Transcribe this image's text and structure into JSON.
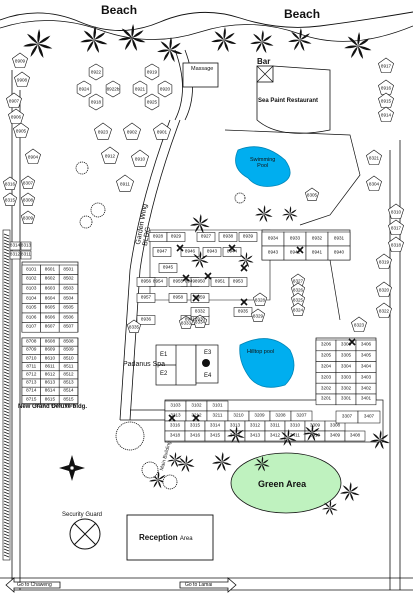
{
  "labels": {
    "beach_left": "Beach",
    "beach_right": "Beach",
    "massage": "Massage",
    "bar": "Bar",
    "restaurant": "Sea Paint Restaurant",
    "swimming_pool": "Swimming\nPool",
    "garden_wing": "Garden Wing\nBLDG",
    "padanus_spa": "Padanus Spa",
    "hilltop_pool": "Hilltop pool",
    "new_grand_deluxe": "New Grand Deluxe bldg.",
    "main_building": "Main Building",
    "green_area": "Green Area",
    "security_guard": "Security Guard",
    "reception_main": "Reception",
    "reception_area": "Area",
    "go_to_chaweng": "Go to Chaweng",
    "go_to_lamai": "Go to Lamai",
    "spa_rooms": [
      "E1",
      "E2",
      "E3",
      "E4"
    ]
  },
  "colors": {
    "pool": "#00aeef",
    "green_area": "#bff2bf",
    "ink": "#111111",
    "tree": "#111111"
  },
  "rooms": {
    "beach_left_col": [
      "8909",
      "9908",
      "8907",
      "8906",
      "8905",
      "8904"
    ],
    "beach_center": [
      "8922",
      "8919",
      "8924",
      "8922b",
      "8921",
      "8920",
      "8918",
      "8925",
      "8923",
      "8902",
      "8901",
      "8912",
      "8910",
      "8911"
    ],
    "beach_right_col": [
      "8917",
      "8916",
      "8915",
      "8914"
    ],
    "right_side": [
      "8321",
      "8304",
      "8310",
      "8317",
      "8318",
      "8319",
      "8320",
      "8323",
      "8322"
    ],
    "left_small": [
      "8314",
      "8313",
      "8312",
      "8311"
    ],
    "left_tall": [
      "8316",
      "8315",
      "8307",
      "8308",
      "8309"
    ],
    "far_left_small": [
      "8510",
      "8515",
      "8516"
    ],
    "left_block": [
      [
        "8101",
        "8601",
        "8501"
      ],
      [
        "8102",
        "8602",
        "8502"
      ],
      [
        "8103",
        "8603",
        "8503"
      ],
      [
        "8104",
        "8604",
        "8504"
      ],
      [
        "8105",
        "8605",
        "8505"
      ],
      [
        "8106",
        "8606",
        "8506"
      ],
      [
        "8107",
        "8607",
        "8507"
      ]
    ],
    "grand_deluxe": [
      [
        "8708",
        "8608",
        "8508"
      ],
      [
        "8709",
        "8609",
        "8509"
      ],
      [
        "8710",
        "8610",
        "8510"
      ],
      [
        "8711",
        "8611",
        "8511"
      ],
      [
        "8712",
        "8612",
        "8512"
      ],
      [
        "8713",
        "8613",
        "8513"
      ],
      [
        "8714",
        "8614",
        "8514"
      ],
      [
        "8715",
        "8615",
        "8515"
      ]
    ],
    "garden_wing": [
      "8928",
      "8929",
      "8927",
      "8938",
      "8939",
      "8943",
      "8944",
      "8945",
      "8946",
      "8947",
      "8949",
      "8950",
      "8951",
      "8953",
      "8954",
      "8955",
      "8956",
      "8957",
      "8958",
      "8959",
      "8931",
      "8930",
      "8332",
      "8935",
      "8936"
    ],
    "east_block": [
      [
        "8934",
        "8933",
        "8932",
        "8931"
      ],
      [
        "8943",
        "8942",
        "8941",
        "8940"
      ]
    ],
    "east_lower": [
      "8305",
      "8327",
      "8326",
      "8325",
      "8324",
      "8328",
      "8329",
      "8333",
      "8334",
      "8335"
    ],
    "hilltop_block": [
      [
        "3206",
        "3306",
        "3406"
      ],
      [
        "3205",
        "3305",
        "3405"
      ],
      [
        "3204",
        "3304",
        "3404"
      ],
      [
        "3203",
        "3303",
        "3403"
      ],
      [
        "3202",
        "3302",
        "3402"
      ],
      [
        "3201",
        "3301",
        "3401"
      ]
    ],
    "main_row1": [
      "3103",
      "3102",
      "3101"
    ],
    "main_row2": [
      "3213",
      "3212",
      "3211",
      "3210",
      "3209",
      "3208",
      "3207"
    ],
    "main_row3": [
      "3316",
      "3315",
      "3314",
      "3313",
      "3312",
      "3311",
      "3310",
      "3309",
      "3308"
    ],
    "main_row4": [
      "3418",
      "3416",
      "3415",
      "3414",
      "3413",
      "3412",
      "3411",
      "3410",
      "3409",
      "3408"
    ],
    "main_side": [
      "3307",
      "3407"
    ]
  }
}
